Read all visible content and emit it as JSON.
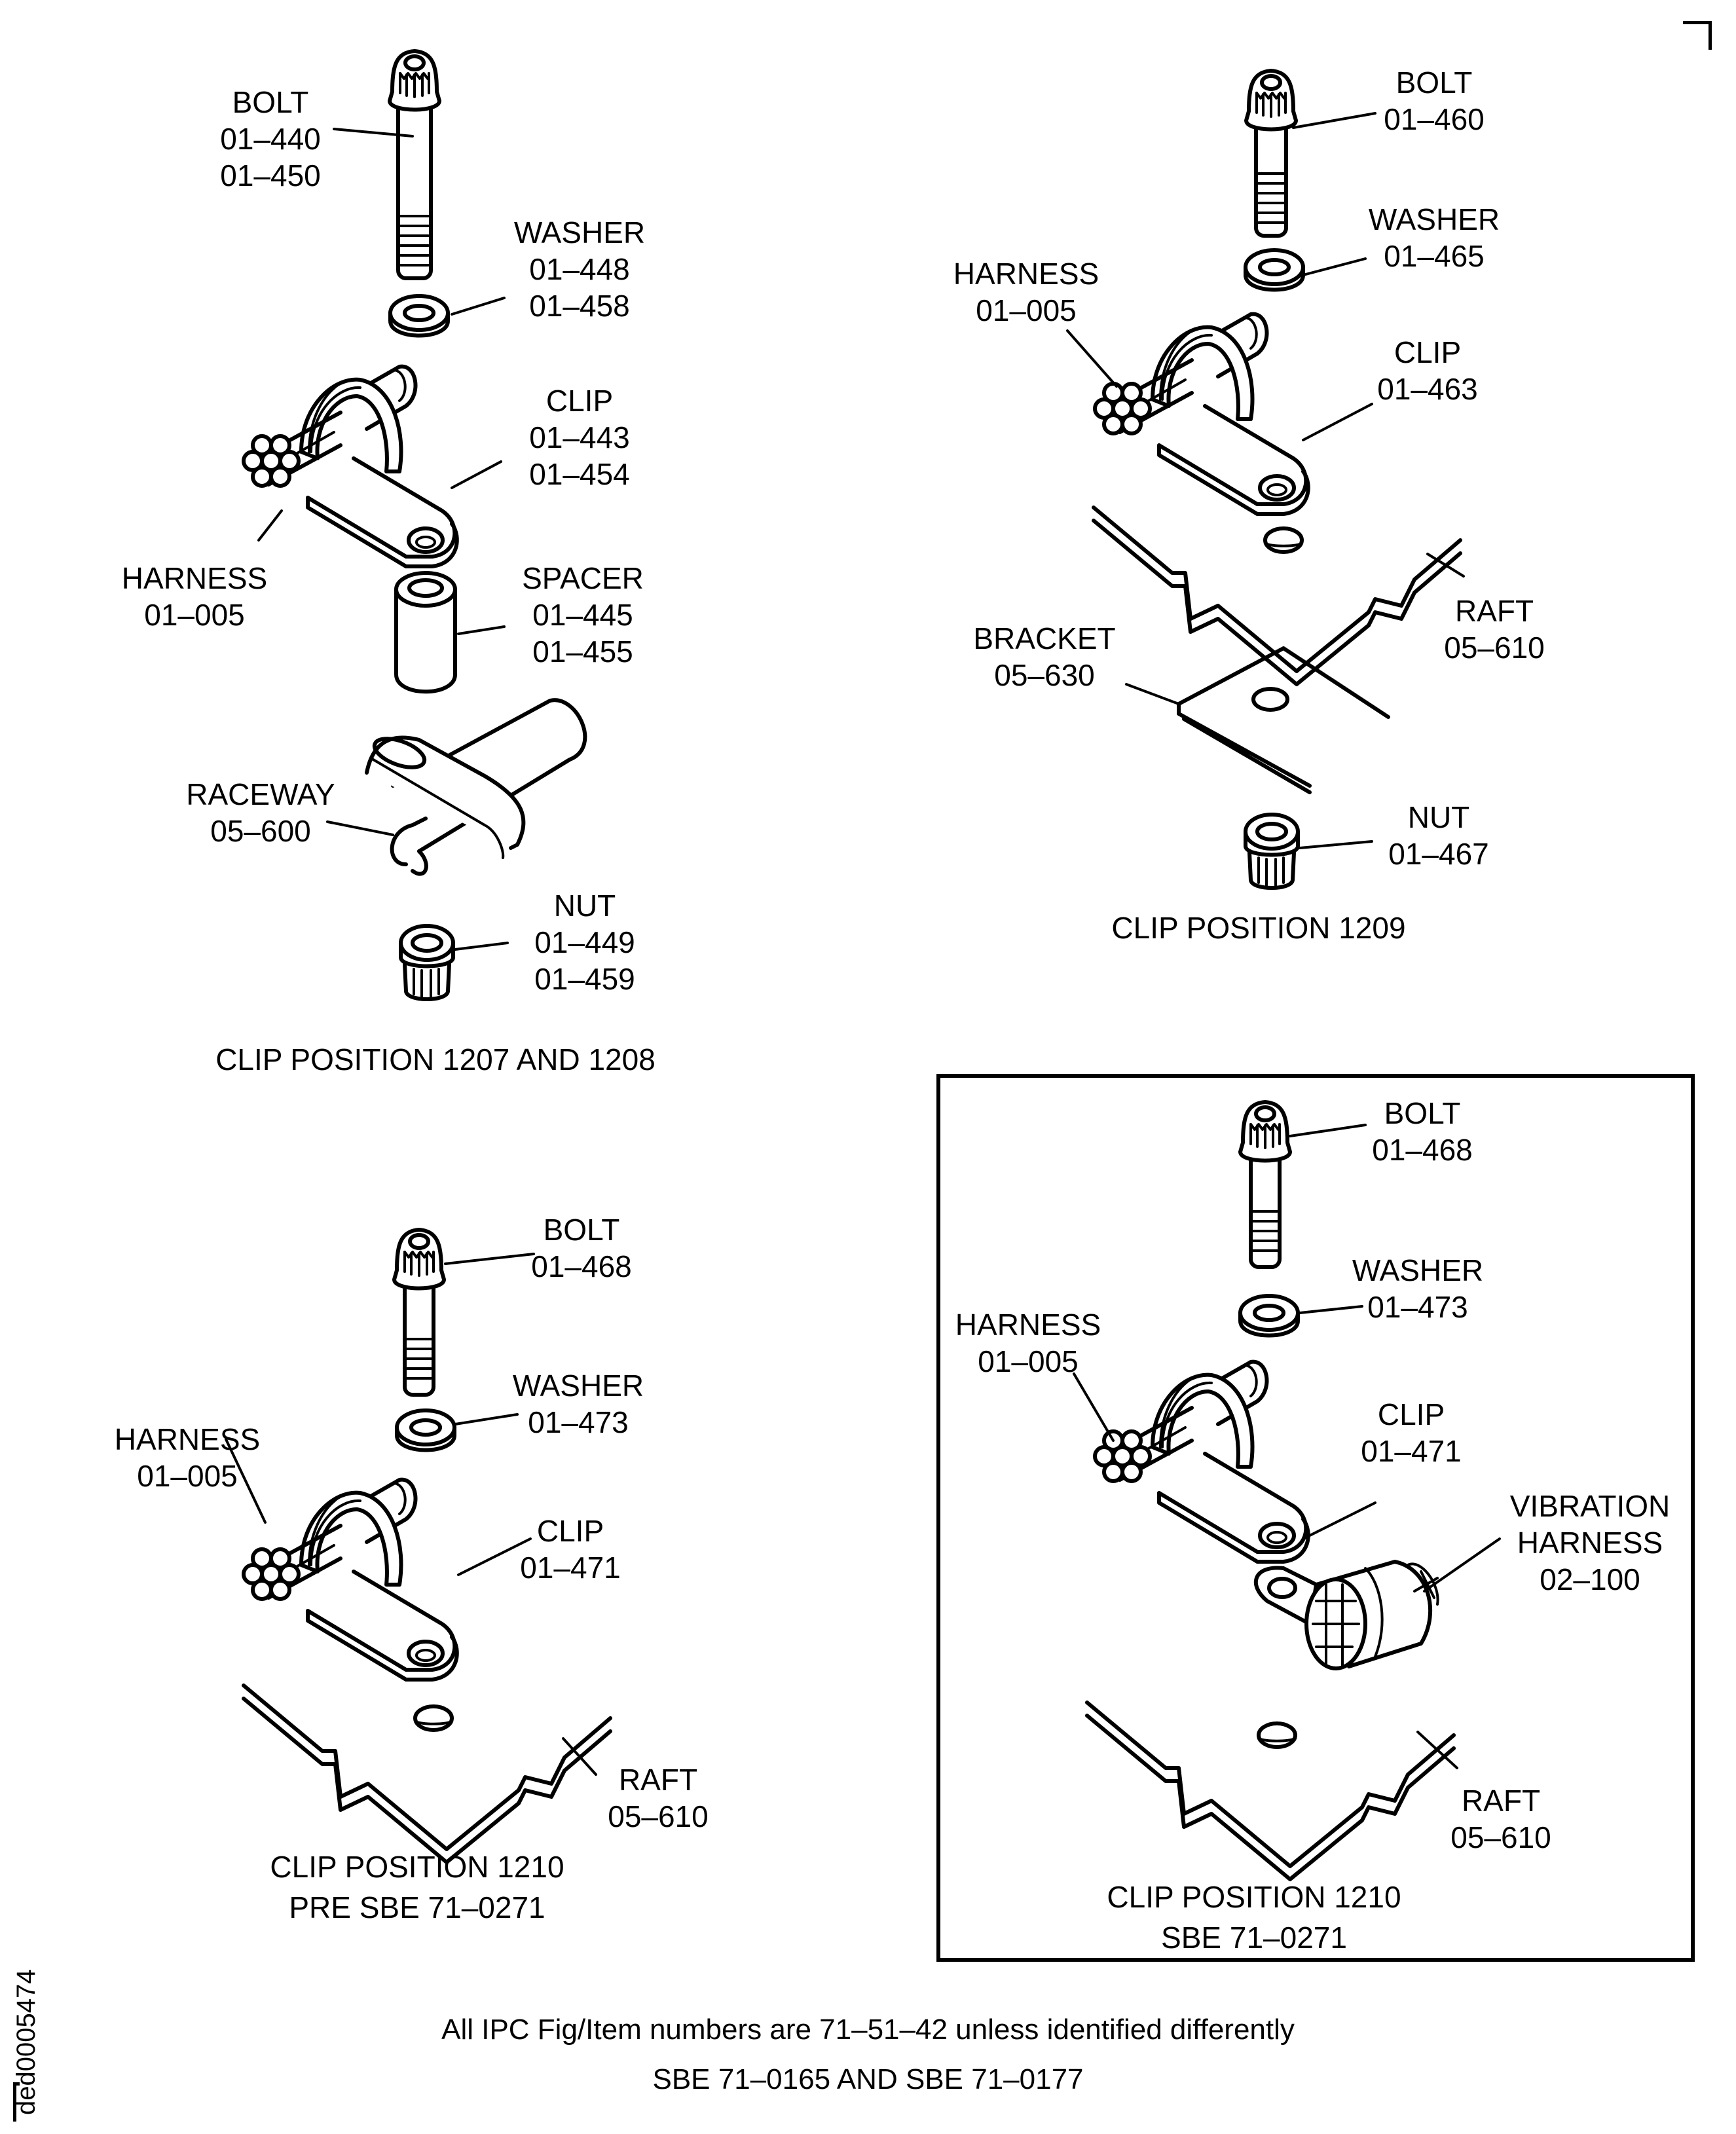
{
  "figures": [
    {
      "caption": [
        "CLIP POSITION 1207 AND 1208"
      ],
      "parts": [
        {
          "name": "BOLT",
          "numbers": [
            "01-440",
            "01-450"
          ]
        },
        {
          "name": "WASHER",
          "numbers": [
            "01-448",
            "01-458"
          ]
        },
        {
          "name": "CLIP",
          "numbers": [
            "01-443",
            "01-454"
          ]
        },
        {
          "name": "HARNESS",
          "numbers": [
            "01-005"
          ]
        },
        {
          "name": "SPACER",
          "numbers": [
            "01-445",
            "01-455"
          ]
        },
        {
          "name": "RACEWAY",
          "numbers": [
            "05-600"
          ]
        },
        {
          "name": "NUT",
          "numbers": [
            "01-449",
            "01-459"
          ]
        }
      ]
    },
    {
      "caption": [
        "CLIP POSITION 1209"
      ],
      "parts": [
        {
          "name": "BOLT",
          "numbers": [
            "01-460"
          ]
        },
        {
          "name": "WASHER",
          "numbers": [
            "01-465"
          ]
        },
        {
          "name": "HARNESS",
          "numbers": [
            "01-005"
          ]
        },
        {
          "name": "CLIP",
          "numbers": [
            "01-463"
          ]
        },
        {
          "name": "RAFT",
          "numbers": [
            "05-610"
          ]
        },
        {
          "name": "BRACKET",
          "numbers": [
            "05-630"
          ]
        },
        {
          "name": "NUT",
          "numbers": [
            "01-467"
          ]
        }
      ]
    },
    {
      "caption": [
        "CLIP POSITION 1210",
        "PRE SBE 71-0271"
      ],
      "parts": [
        {
          "name": "BOLT",
          "numbers": [
            "01-468"
          ]
        },
        {
          "name": "WASHER",
          "numbers": [
            "01-473"
          ]
        },
        {
          "name": "HARNESS",
          "numbers": [
            "01-005"
          ]
        },
        {
          "name": "CLIP",
          "numbers": [
            "01-471"
          ]
        },
        {
          "name": "RAFT",
          "numbers": [
            "05-610"
          ]
        }
      ]
    },
    {
      "caption": [
        "CLIP POSITION 1210",
        "SBE 71-0271"
      ],
      "parts": [
        {
          "name": "BOLT",
          "numbers": [
            "01-468"
          ]
        },
        {
          "name": "WASHER",
          "numbers": [
            "01-473"
          ]
        },
        {
          "name": "HARNESS",
          "numbers": [
            "01-005"
          ]
        },
        {
          "name": "CLIP",
          "numbers": [
            "01-471"
          ]
        },
        {
          "name": "VIBRATION HARNESS",
          "name_lines": [
            "VIBRATION",
            "HARNESS"
          ],
          "numbers": [
            "02-100"
          ]
        },
        {
          "name": "RAFT",
          "numbers": [
            "05-610"
          ]
        }
      ]
    }
  ],
  "footer": {
    "note": "All IPC Fig/Item numbers are 71–51–42 unless identified differently",
    "sbe_refs": "SBE 71–0165 AND SBE 71–0177"
  },
  "document_id": "ded0005474"
}
